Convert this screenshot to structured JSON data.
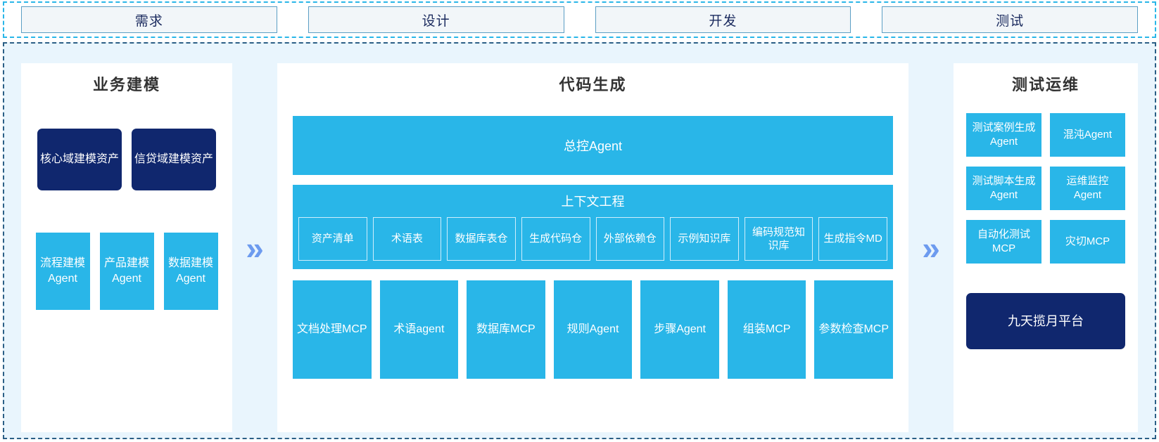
{
  "phases": {
    "items": [
      {
        "label": "需求"
      },
      {
        "label": "设计"
      },
      {
        "label": "开发"
      },
      {
        "label": "测试"
      }
    ]
  },
  "arrows": {
    "glyph_1": "»",
    "glyph_2": "»",
    "color": "#6d9bef"
  },
  "colors": {
    "navy": "#10276e",
    "cyan": "#29b6e8",
    "panel_bg": "#ffffff",
    "stage_bg": "#e9f5fd",
    "phase_border": "#5b9ec4",
    "dash_border": "#29b6e8"
  },
  "left_panel": {
    "title": "业务建模",
    "assets": [
      {
        "label": "核心域建模资产"
      },
      {
        "label": "信贷域建模资产"
      }
    ],
    "agents": [
      {
        "label": "流程建模Agent"
      },
      {
        "label": "产品建模Agent"
      },
      {
        "label": "数据建模Agent"
      }
    ]
  },
  "mid_panel": {
    "title": "代码生成",
    "master_agent": "总控Agent",
    "context": {
      "title": "上下文工程",
      "items": [
        {
          "label": "资产清单"
        },
        {
          "label": "术语表"
        },
        {
          "label": "数据库表仓"
        },
        {
          "label": "生成代码仓"
        },
        {
          "label": "外部依赖仓"
        },
        {
          "label": "示例知识库"
        },
        {
          "label": "编码规范知识库"
        },
        {
          "label": "生成指令MD"
        }
      ]
    },
    "tools": [
      {
        "label": "文档处理MCP"
      },
      {
        "label": "术语agent"
      },
      {
        "label": "数据库MCP"
      },
      {
        "label": "规则Agent"
      },
      {
        "label": "步骤Agent"
      },
      {
        "label": "组装MCP"
      },
      {
        "label": "参数检查MCP"
      }
    ]
  },
  "right_panel": {
    "title": "测试运维",
    "cards": [
      {
        "label": "测试案例生成Agent"
      },
      {
        "label": "混沌Agent"
      },
      {
        "label": "测试脚本生成Agent"
      },
      {
        "label": "运维监控Agent"
      },
      {
        "label": "自动化测试MCP"
      },
      {
        "label": "灾切MCP"
      }
    ],
    "platform": {
      "label": "九天揽月平台"
    }
  }
}
